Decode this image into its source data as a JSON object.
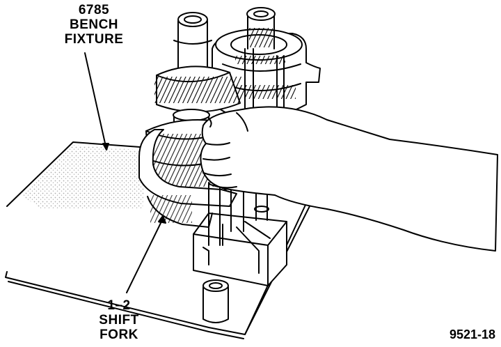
{
  "callouts": {
    "bench_fixture": {
      "line1": "6785",
      "line2": "BENCH",
      "line3": "FIXTURE"
    },
    "shift_fork": {
      "line1": "1–2",
      "line2": "SHIFT",
      "line3": "FORK"
    }
  },
  "figure_number": "9521-18",
  "colors": {
    "ink": "#000000",
    "paper": "#ffffff",
    "stipple": "#9a9a9a"
  }
}
